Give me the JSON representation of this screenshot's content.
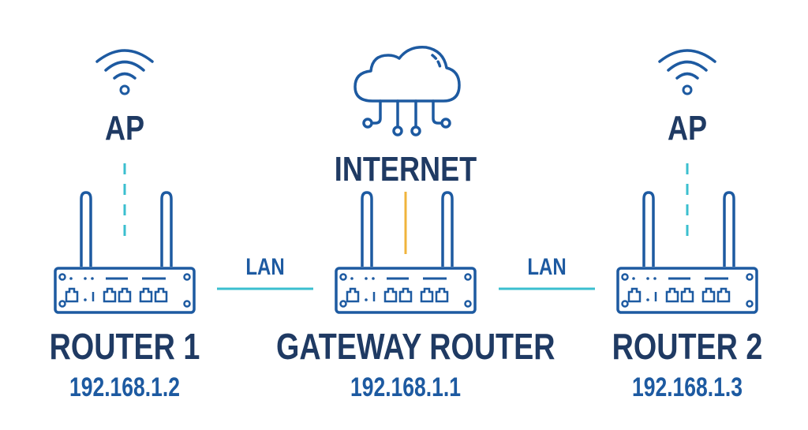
{
  "colors": {
    "primary": "#1f3a63",
    "icon_stroke": "#1d5aa1",
    "lan_line": "#3bbfcf",
    "internet_line": "#f0b43c",
    "ip_text": "#1d5aa1"
  },
  "internet": {
    "label": "INTERNET",
    "icon": "cloud-network-icon"
  },
  "nodes": [
    {
      "id": "router1",
      "name": "ROUTER 1",
      "ip": "192.168.1.2",
      "ap_label": "AP"
    },
    {
      "id": "gateway",
      "name": "GATEWAY ROUTER",
      "ip": "192.168.1.1"
    },
    {
      "id": "router2",
      "name": "ROUTER 2",
      "ip": "192.168.1.3",
      "ap_label": "AP"
    }
  ],
  "links": [
    {
      "label": "LAN",
      "from": "router1",
      "to": "gateway"
    },
    {
      "label": "LAN",
      "from": "gateway",
      "to": "router2"
    }
  ]
}
